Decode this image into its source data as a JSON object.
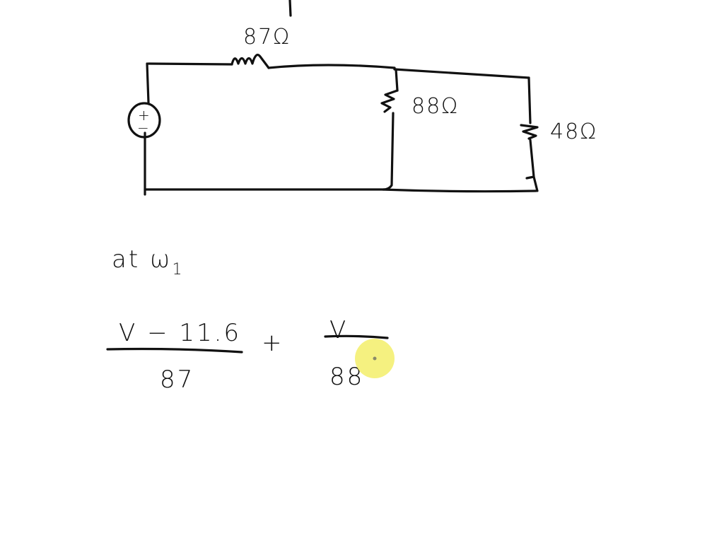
{
  "whiteboard": {
    "background": "#ffffff",
    "ink_color": "#111111",
    "circuit": {
      "source": {
        "type": "voltage-source",
        "plus": "+",
        "minus": "−"
      },
      "resistors": [
        {
          "id": "R1",
          "label": "87Ω",
          "position": "top-series"
        },
        {
          "id": "R2",
          "label": "88Ω",
          "position": "middle-shunt"
        },
        {
          "id": "R3",
          "label": "48Ω",
          "position": "right-shunt"
        }
      ]
    },
    "notes": {
      "heading": "at ω",
      "heading_sub": "1",
      "equation": {
        "term1_numerator": "V − 11.6",
        "term1_denominator": "87",
        "operator": "+",
        "term2_numerator": "V",
        "term2_denominator": "88"
      }
    },
    "cursor": {
      "color": "#f3ee6a"
    }
  }
}
